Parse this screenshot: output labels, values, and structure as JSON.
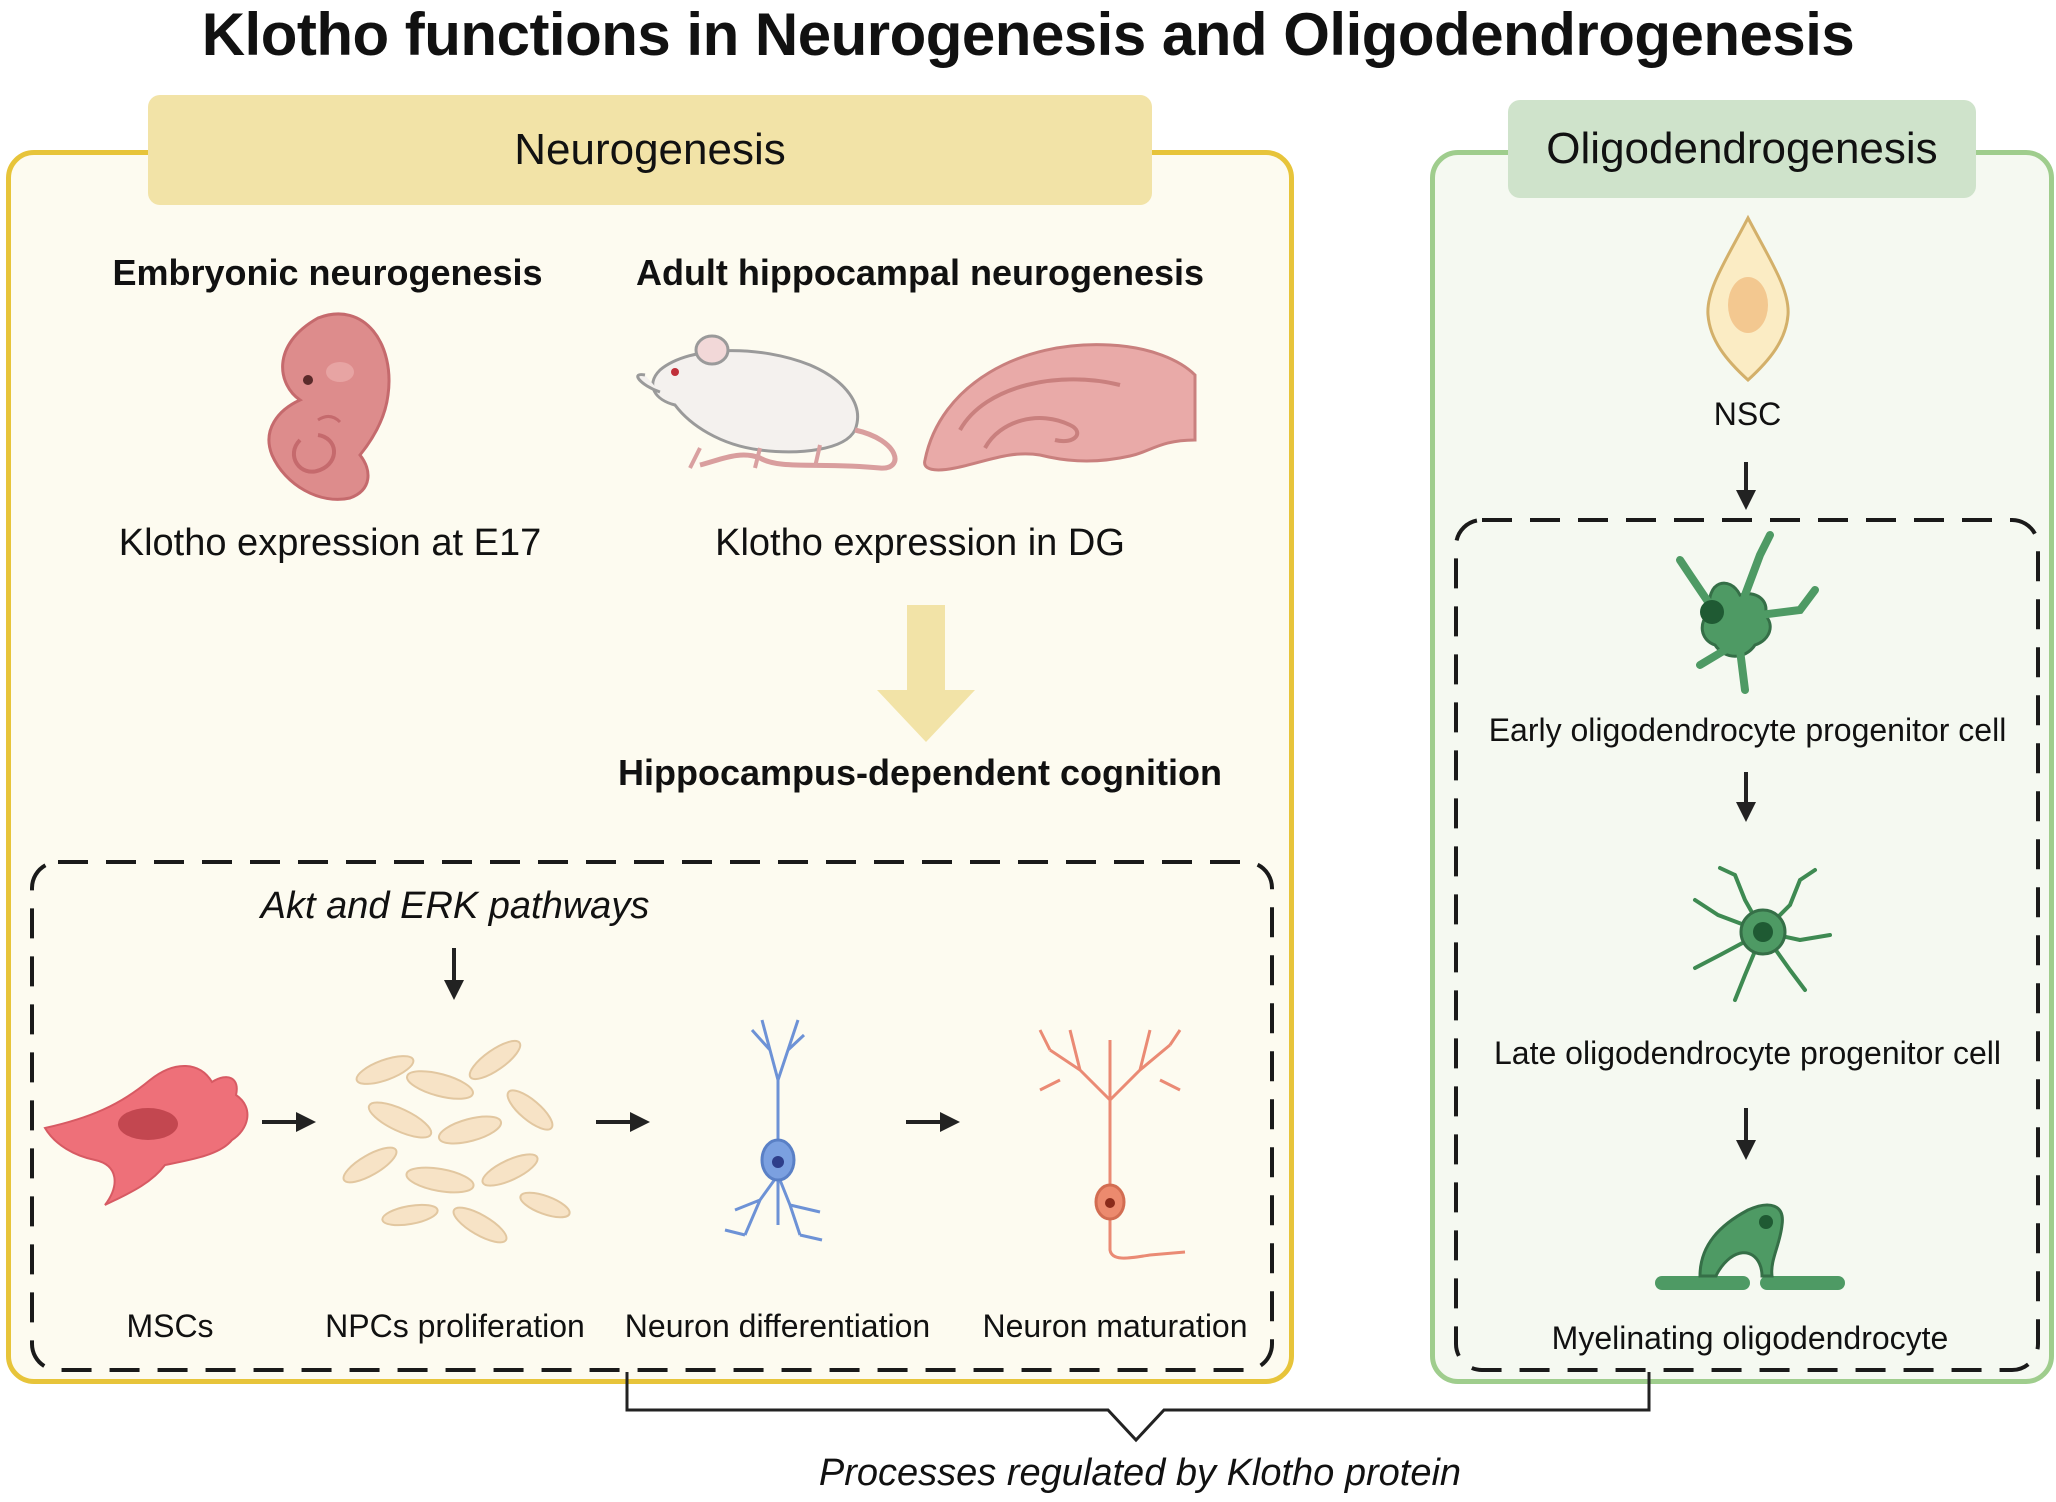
{
  "title": "Klotho functions in Neurogenesis and Oligodendrogenesis",
  "neurogenesis": {
    "header": "Neurogenesis",
    "embryonic_heading": "Embryonic neurogenesis",
    "embryonic_caption": "Klotho expression at E17",
    "adult_heading": "Adult hippocampal neurogenesis",
    "adult_caption": "Klotho expression in DG",
    "outcome": "Hippocampus-dependent cognition",
    "pathway_label": "Akt and ERK pathways",
    "stages": [
      "MSCs",
      "NPCs proliferation",
      "Neuron differentiation",
      "Neuron maturation"
    ]
  },
  "oligodendrogenesis": {
    "header": "Oligodendrogenesis",
    "stages": [
      "NSC",
      "Early oligodendrocyte progenitor cell",
      "Late oligodendrocyte progenitor cell",
      "Myelinating oligodendrocyte"
    ]
  },
  "footer": "Processes regulated by Klotho protein",
  "colors": {
    "neuro_border": "#e7c43a",
    "neuro_header": "#f2e3a7",
    "oligo_border": "#9fcd8d",
    "oligo_header": "#cfe3cb",
    "oligo_cell": "#3e8a52",
    "msc": "#e8656d",
    "neuron_diff": "#5f86cf",
    "neuron_mature": "#e9826b"
  },
  "icons": [
    "embryo-icon",
    "mouse-icon",
    "hippocampus-icon",
    "msc-cell-icon",
    "npc-cluster-icon",
    "immature-neuron-icon",
    "mature-neuron-icon",
    "nsc-cell-icon",
    "early-opc-icon",
    "late-opc-icon",
    "myelinating-oligodendrocyte-icon"
  ]
}
